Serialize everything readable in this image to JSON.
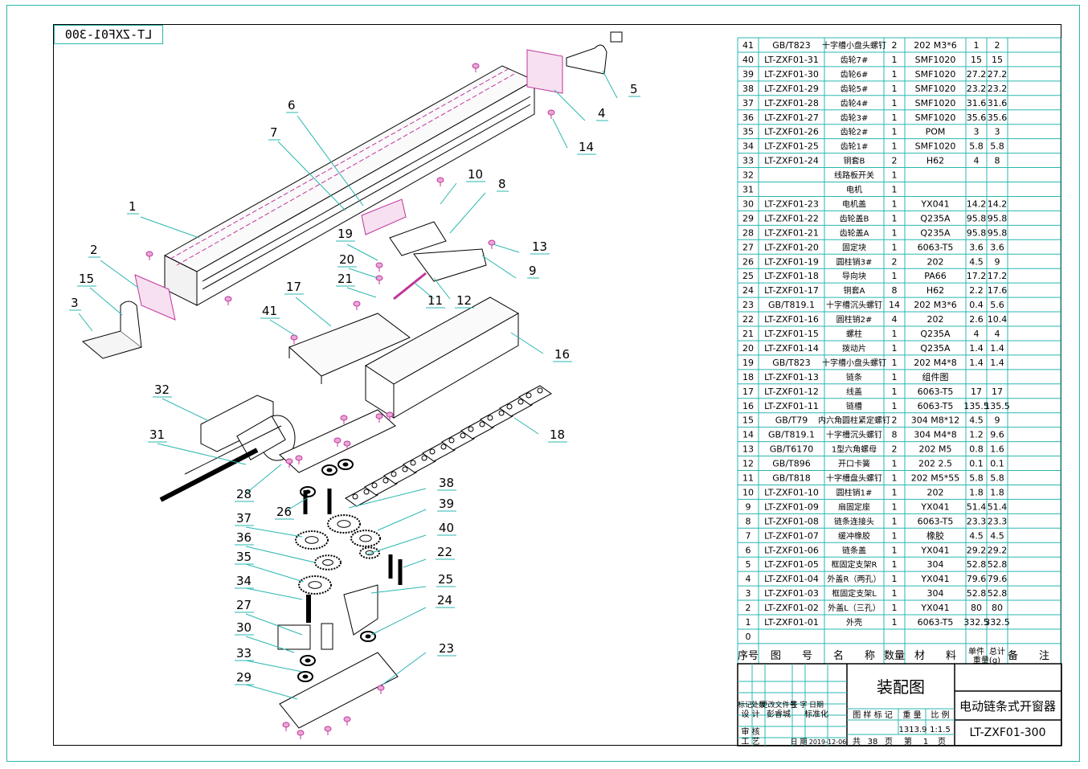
{
  "drawing_code_mirrored": "LT-ZXF01-300",
  "callouts": [
    {
      "n": "1"
    },
    {
      "n": "2"
    },
    {
      "n": "3"
    },
    {
      "n": "4"
    },
    {
      "n": "5"
    },
    {
      "n": "6"
    },
    {
      "n": "7"
    },
    {
      "n": "8"
    },
    {
      "n": "9"
    },
    {
      "n": "10"
    },
    {
      "n": "11"
    },
    {
      "n": "12"
    },
    {
      "n": "13"
    },
    {
      "n": "14"
    },
    {
      "n": "15"
    },
    {
      "n": "16"
    },
    {
      "n": "17"
    },
    {
      "n": "18"
    },
    {
      "n": "19"
    },
    {
      "n": "20"
    },
    {
      "n": "21"
    },
    {
      "n": "22"
    },
    {
      "n": "23"
    },
    {
      "n": "24"
    },
    {
      "n": "25"
    },
    {
      "n": "26"
    },
    {
      "n": "27"
    },
    {
      "n": "28"
    },
    {
      "n": "29"
    },
    {
      "n": "30"
    },
    {
      "n": "31"
    },
    {
      "n": "32"
    },
    {
      "n": "33"
    },
    {
      "n": "34"
    },
    {
      "n": "35"
    },
    {
      "n": "36"
    },
    {
      "n": "37"
    },
    {
      "n": "38"
    },
    {
      "n": "39"
    },
    {
      "n": "40"
    },
    {
      "n": "41"
    }
  ],
  "bom": {
    "rows": [
      [
        "41",
        "GB/T823",
        "十字槽小盘头螺钉",
        "2",
        "202 M3*6",
        "1",
        "2",
        ""
      ],
      [
        "40",
        "LT-ZXF01-31",
        "齿轮7#",
        "1",
        "SMF1020",
        "15",
        "15",
        ""
      ],
      [
        "39",
        "LT-ZXF01-30",
        "齿轮6#",
        "1",
        "SMF1020",
        "27.2",
        "27.2",
        ""
      ],
      [
        "38",
        "LT-ZXF01-29",
        "齿轮5#",
        "1",
        "SMF1020",
        "23.2",
        "23.2",
        ""
      ],
      [
        "37",
        "LT-ZXF01-28",
        "齿轮4#",
        "1",
        "SMF1020",
        "31.6",
        "31.6",
        ""
      ],
      [
        "36",
        "LT-ZXF01-27",
        "齿轮3#",
        "1",
        "SMF1020",
        "35.6",
        "35.6",
        ""
      ],
      [
        "35",
        "LT-ZXF01-26",
        "齿轮2#",
        "1",
        "POM",
        "3",
        "3",
        ""
      ],
      [
        "34",
        "LT-ZXF01-25",
        "齿轮1#",
        "1",
        "SMF1020",
        "5.8",
        "5.8",
        ""
      ],
      [
        "33",
        "LT-ZXF01-24",
        "铜套B",
        "2",
        "H62",
        "4",
        "8",
        ""
      ],
      [
        "32",
        "",
        "线路板开关",
        "1",
        "",
        "",
        "",
        ""
      ],
      [
        "31",
        "",
        "电机",
        "1",
        "",
        "",
        "",
        ""
      ],
      [
        "30",
        "LT-ZXF01-23",
        "电机盖",
        "1",
        "YX041",
        "14.2",
        "14.2",
        ""
      ],
      [
        "29",
        "LT-ZXF01-22",
        "齿轮盖B",
        "1",
        "Q235A",
        "95.8",
        "95.8",
        ""
      ],
      [
        "28",
        "LT-ZXF01-21",
        "齿轮盖A",
        "1",
        "Q235A",
        "95.8",
        "95.8",
        ""
      ],
      [
        "27",
        "LT-ZXF01-20",
        "固定块",
        "1",
        "6063-T5",
        "3.6",
        "3.6",
        ""
      ],
      [
        "26",
        "LT-ZXF01-19",
        "圆柱销3#",
        "2",
        "202",
        "4.5",
        "9",
        ""
      ],
      [
        "25",
        "LT-ZXF01-18",
        "导向块",
        "1",
        "PA66",
        "17.2",
        "17.2",
        ""
      ],
      [
        "24",
        "LT-ZXF01-17",
        "铜套A",
        "8",
        "H62",
        "2.2",
        "17.6",
        ""
      ],
      [
        "23",
        "GB/T819.1",
        "十字槽沉头螺钉",
        "14",
        "202 M3*6",
        "0.4",
        "5.6",
        ""
      ],
      [
        "22",
        "LT-ZXF01-16",
        "圆柱销2#",
        "4",
        "202",
        "2.6",
        "10.4",
        ""
      ],
      [
        "21",
        "LT-ZXF01-15",
        "螺柱",
        "1",
        "Q235A",
        "4",
        "4",
        ""
      ],
      [
        "20",
        "LT-ZXF01-14",
        "拨动片",
        "1",
        "Q235A",
        "1.4",
        "1.4",
        ""
      ],
      [
        "19",
        "GB/T823",
        "十字槽小盘头螺钉",
        "1",
        "202 M4*8",
        "1.4",
        "1.4",
        ""
      ],
      [
        "18",
        "LT-ZXF01-13",
        "链条",
        "1",
        "组件图",
        "",
        "",
        ""
      ],
      [
        "17",
        "LT-ZXF01-12",
        "线盖",
        "1",
        "6063-T5",
        "17",
        "17",
        ""
      ],
      [
        "16",
        "LT-ZXF01-11",
        "链槽",
        "1",
        "6063-T5",
        "135.5",
        "135.5",
        ""
      ],
      [
        "15",
        "GB/T79",
        "内六角圆柱紧定螺钉",
        "2",
        "304 M8*12",
        "4.5",
        "9",
        ""
      ],
      [
        "14",
        "GB/T819.1",
        "十字槽沉头螺钉",
        "8",
        "304 M4*8",
        "1.2",
        "9.6",
        ""
      ],
      [
        "13",
        "GB/T6170",
        "1型六角螺母",
        "2",
        "202 M5",
        "0.8",
        "1.6",
        ""
      ],
      [
        "12",
        "GB/T896",
        "开口卡簧",
        "1",
        "202  2.5",
        "0.1",
        "0.1",
        ""
      ],
      [
        "11",
        "GB/T818",
        "十字槽盘头螺钉",
        "1",
        "202 M5*55",
        "5.8",
        "5.8",
        ""
      ],
      [
        "10",
        "LT-ZXF01-10",
        "圆柱销1#",
        "1",
        "202",
        "1.8",
        "1.8",
        ""
      ],
      [
        "9",
        "LT-ZXF01-09",
        "扇固定座",
        "1",
        "YX041",
        "51.4",
        "51.4",
        ""
      ],
      [
        "8",
        "LT-ZXF01-08",
        "链条连接头",
        "1",
        "6063-T5",
        "23.3",
        "23.3",
        ""
      ],
      [
        "7",
        "LT-ZXF01-07",
        "缓冲橡胶",
        "1",
        "橡胶",
        "4.5",
        "4.5",
        ""
      ],
      [
        "6",
        "LT-ZXF01-06",
        "链条盖",
        "1",
        "YX041",
        "29.2",
        "29.2",
        ""
      ],
      [
        "5",
        "LT-ZXF01-05",
        "框固定支架R",
        "1",
        "304",
        "52.8",
        "52.8",
        ""
      ],
      [
        "4",
        "LT-ZXF01-04",
        "外盖R（两孔）",
        "1",
        "YX041",
        "79.6",
        "79.6",
        ""
      ],
      [
        "3",
        "LT-ZXF01-03",
        "框固定支架L",
        "1",
        "304",
        "52.8",
        "52.8",
        ""
      ],
      [
        "2",
        "LT-ZXF01-02",
        "外盖L（三孔）",
        "1",
        "YX041",
        "80",
        "80",
        ""
      ],
      [
        "1",
        "LT-ZXF01-01",
        "外壳",
        "1",
        "6063-T5",
        "332.5",
        "332.5",
        ""
      ],
      [
        "0",
        "",
        "",
        "",
        "",
        "",
        "",
        ""
      ]
    ],
    "header": {
      "seq": "序号",
      "code": "图　　号",
      "name": "名　　称",
      "qty": "数量",
      "material": "材　　料",
      "unit_weight": "单件",
      "total_weight": "总计",
      "weight": "重量(g)",
      "remark": "备　　注"
    }
  },
  "title_block": {
    "drawing_type": "装配图",
    "product_name": "电动链条式开窗器",
    "drawing_no": "LT-ZXF01-300",
    "mark_label": "图 样 标 记",
    "weight_label": "重 量",
    "scale_label": "比 例",
    "weight": "1313.9",
    "scale": "1:1.5",
    "total_sheets_prefix": "共",
    "total_sheets": "38",
    "sheet_unit": "页",
    "sheet_prefix": "第",
    "sheet_no": "1",
    "revision_labels": [
      "标记",
      "处数",
      "更改文件号",
      "签 字",
      "日期"
    ],
    "design_label": "设 计",
    "designer": "彭睿城",
    "standardize_label": "标准化",
    "review_label": "审 核",
    "process_label": "工 艺",
    "date_label": "日 期",
    "date": "2019-12-06"
  },
  "colors": {
    "frame": "#2ab7b0",
    "magenta": "#c0359a",
    "line": "#000000"
  }
}
